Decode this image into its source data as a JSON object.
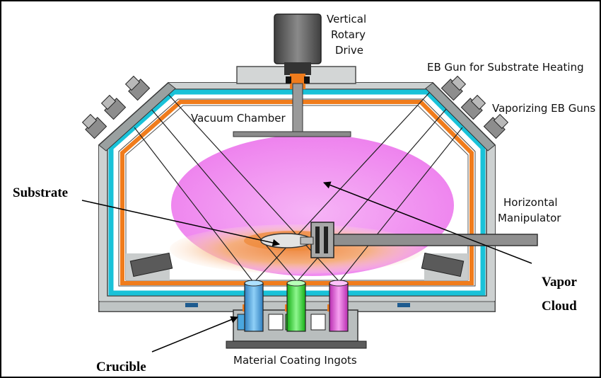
{
  "labels": {
    "vertical_rotary_drive": [
      "Vertical",
      "Rotary",
      "Drive"
    ],
    "eb_gun_substrate_heating": "EB Gun for Substrate Heating",
    "vaporizing_eb_guns": "Vaporizing EB Guns",
    "vacuum_chamber": "Vacuum Chamber",
    "substrate": "Substrate",
    "horizontal_manipulator": [
      "Horizontal",
      "Manipulator"
    ],
    "vapor_cloud": [
      "Vapor",
      "Cloud"
    ],
    "crucible": "Crucible",
    "material_coating_ingots": "Material Coating Ingots"
  },
  "colors": {
    "chamber_wall": "#cfd3d3",
    "shield_cyan": "#19c2d8",
    "shield_orange": "#f07c1c",
    "vapor_pink": "#f28ef2",
    "plume_orange": "#f3a466",
    "ingot_blue": "#4aa6df",
    "ingot_green": "#2ee02e",
    "ingot_magenta": "#e24cdc",
    "metal_dark": "#5c5c5c"
  }
}
